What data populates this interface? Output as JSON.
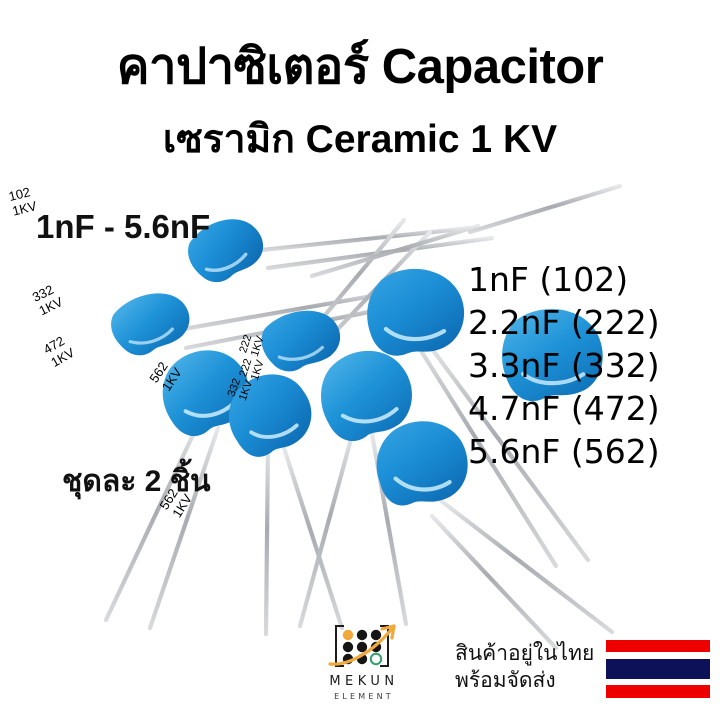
{
  "heading": {
    "line1": "คาปาซิเตอร์ Capacitor",
    "line2": "เซรามิก Ceramic 1 KV"
  },
  "range_label": "1nF - 5.6nF",
  "quantity_note": "ชุดละ  2 ชิ้น",
  "value_list": [
    "1nF (102)",
    "2.2nF (222)",
    "3.3nF (332)",
    "4.7nF (472)",
    "5.6nF (562)"
  ],
  "capacitors": [
    {
      "code": "222",
      "voltage": "1KV"
    },
    {
      "code": "222",
      "voltage": "1KV"
    },
    {
      "code": "332",
      "voltage": "1KV"
    },
    {
      "code": "562",
      "voltage": "1KV"
    },
    {
      "code": "102",
      "voltage": "1KV"
    },
    {
      "code": "332",
      "voltage": "1KV"
    },
    {
      "code": "472",
      "voltage": "1KV"
    },
    {
      "code": "562",
      "voltage": "1KV"
    }
  ],
  "logo": {
    "name": "MEKUN",
    "tagline": "ELEMENT"
  },
  "shipping": {
    "line1": "สินค้าอยู่ในไทย",
    "line2": "พร้อมจัดส่ง"
  },
  "colors": {
    "background": "#ffffff",
    "text": "#000000",
    "capacitor_blue": "#1d8fd6",
    "capacitor_blue_dark": "#0b63a8",
    "capacitor_mark": "#16406e",
    "lead_wire": "#b9bcc0",
    "flag_red": "#ee0000",
    "flag_navy": "#0d1157",
    "logo_orange": "#f2a93b",
    "logo_green": "#2f9e6b",
    "logo_dark": "#1c1c1c"
  }
}
